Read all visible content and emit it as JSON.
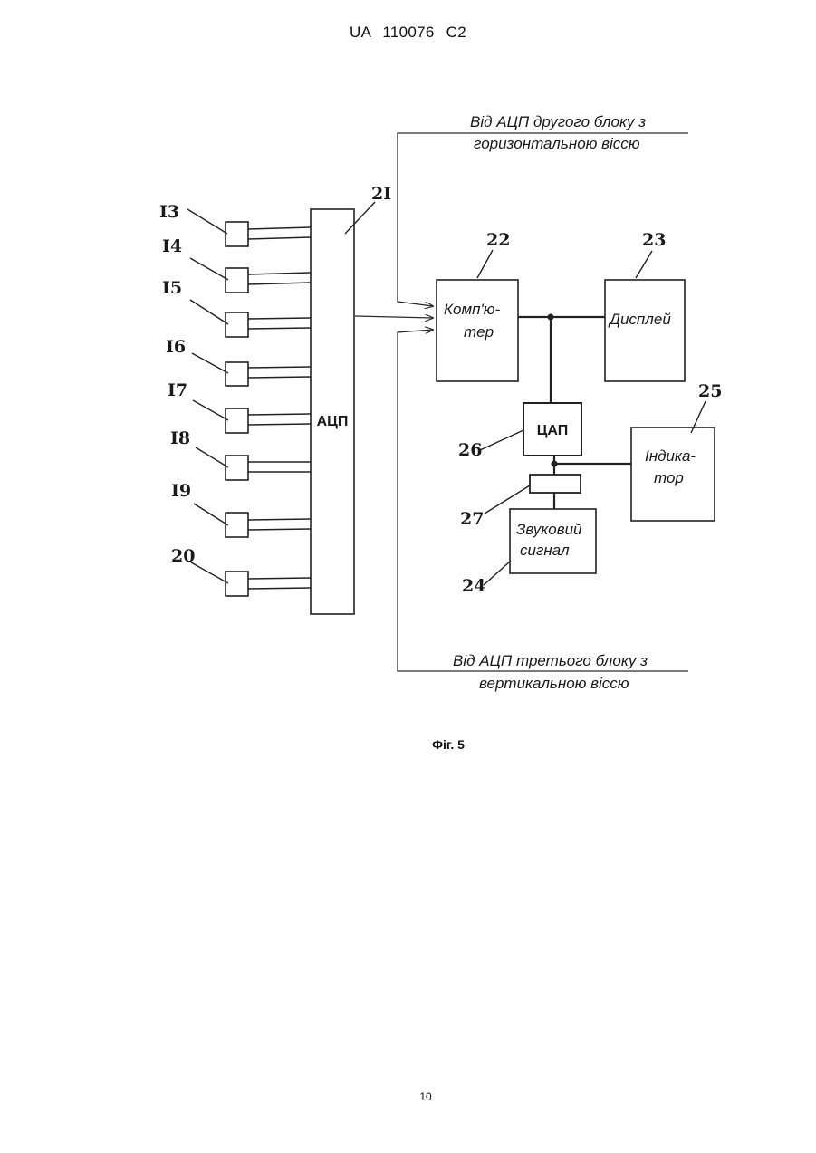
{
  "header": {
    "doc_id": "UA   110076   C2"
  },
  "figure": {
    "caption": "Фіг. 5",
    "inputs_top": {
      "line1": "Від АЦП другого блоку з",
      "line2": "горизонтальною віссю"
    },
    "inputs_bottom": {
      "line1": "Від АЦП третього блоку з",
      "line2": "вертикальною віссю"
    },
    "sensors": [
      "I3",
      "I4",
      "I5",
      "I6",
      "I7",
      "I8",
      "I9",
      "20"
    ],
    "adc": {
      "ref": "2I",
      "label": "АЦП"
    },
    "computer": {
      "ref": "22",
      "line1": "Комп'ю-",
      "line2": "тер"
    },
    "display": {
      "ref": "23",
      "label": "Дисплей"
    },
    "dac": {
      "ref": "26",
      "label": "ЦАП"
    },
    "indicator": {
      "ref": "25",
      "line1": "Індика-",
      "line2": "тор"
    },
    "switch": {
      "ref": "27"
    },
    "sound": {
      "ref": "24",
      "line1": "Звуковий",
      "line2": "сигнал"
    }
  },
  "footer": {
    "page_number": "10"
  }
}
